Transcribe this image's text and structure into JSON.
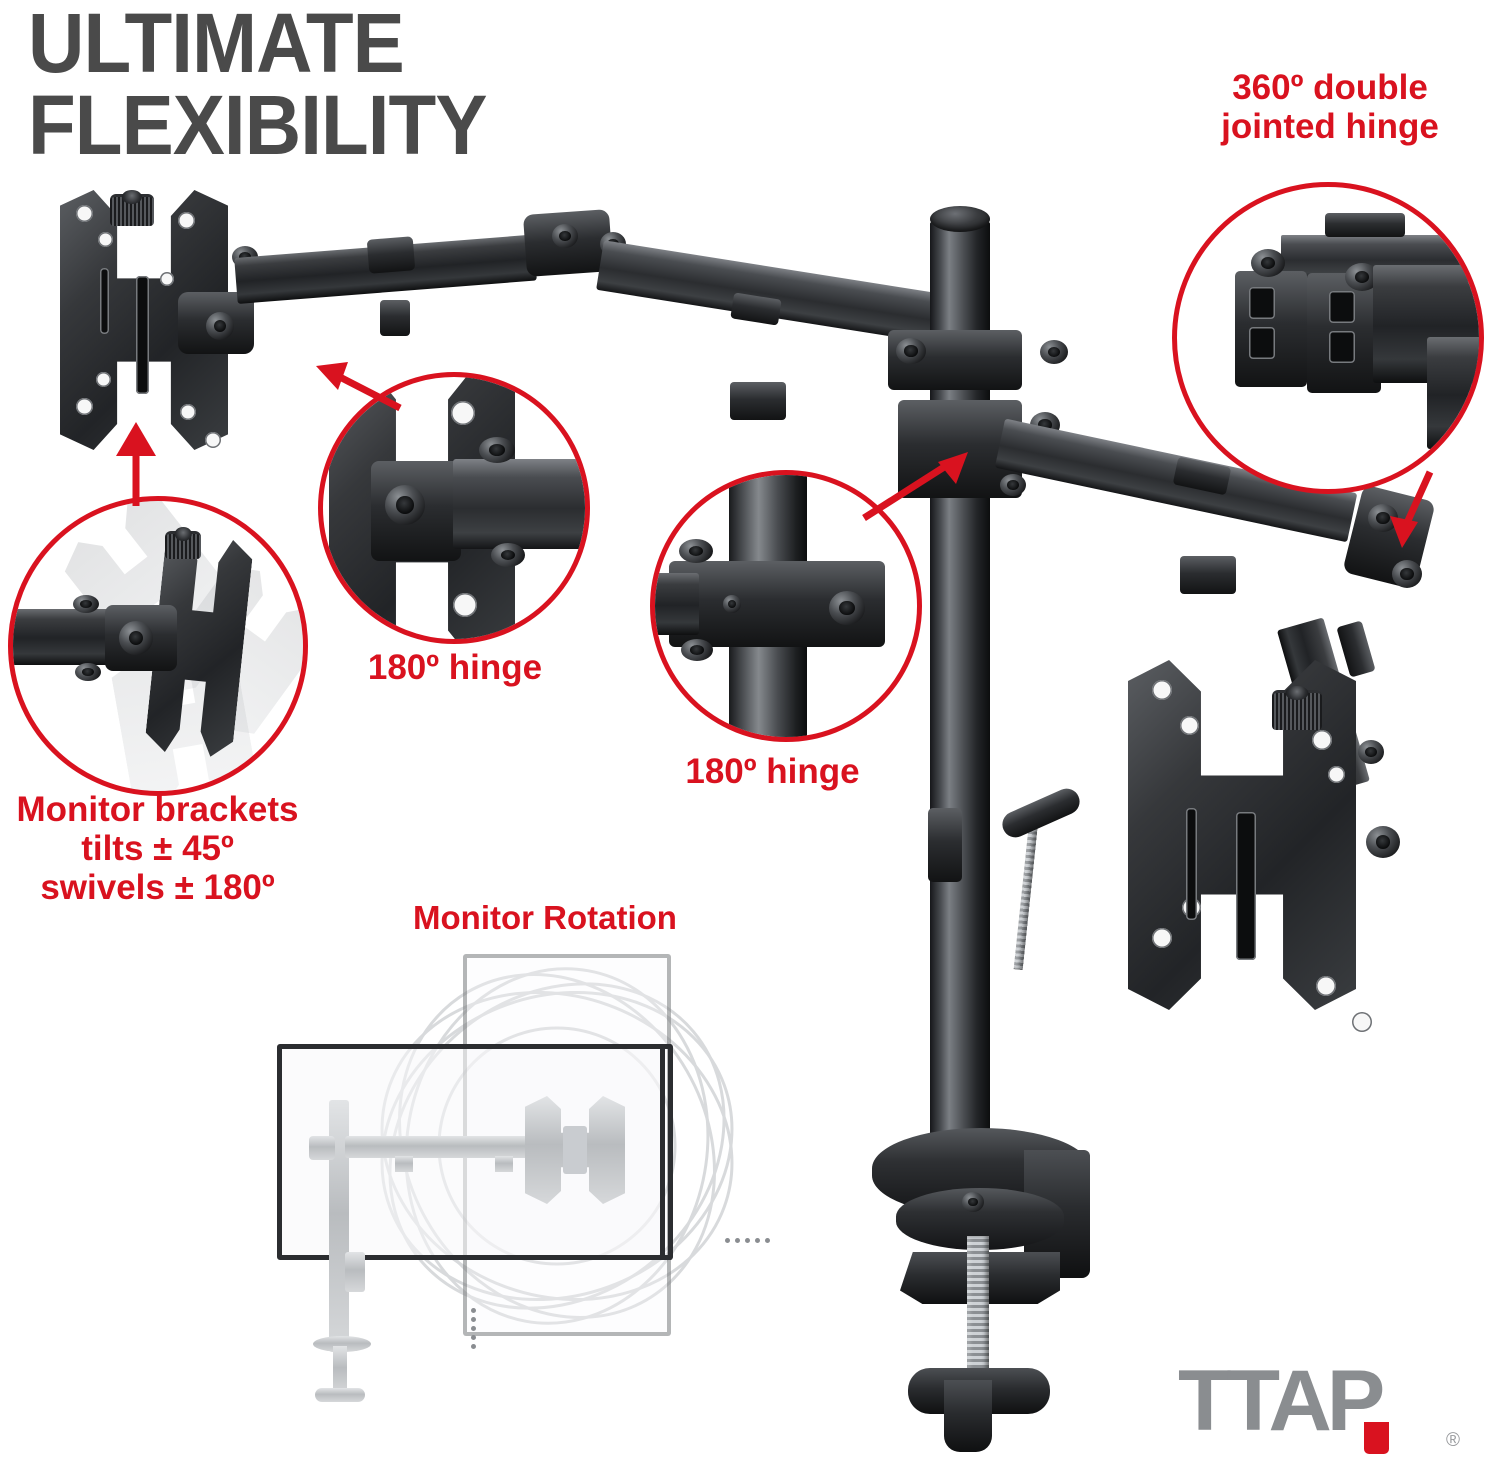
{
  "meta": {
    "headline": "ULTIMATE\nFLEXIBILITY",
    "headline_color": "#4a4a4a",
    "accent_color": "#d9121f",
    "background_color": "#ffffff"
  },
  "callouts": [
    {
      "id": "hinge360",
      "text": "360º double\njointed hinge",
      "color": "#d9121f"
    },
    {
      "id": "hinge-a",
      "text": "180º hinge",
      "color": "#d9121f"
    },
    {
      "id": "hinge-b",
      "text": "180º hinge",
      "color": "#d9121f"
    },
    {
      "id": "brackets",
      "text": "Monitor brackets\ntilts ± 45º\nswivels ± 180º",
      "color": "#d9121f"
    },
    {
      "id": "rotation",
      "text": "Monitor Rotation",
      "color": "#d9121f"
    }
  ],
  "insets": [
    {
      "id": "bracket-tilt",
      "caption": "Monitor brackets\ntilts ± 45º\nswivels ± 180º",
      "arrow": "up-right"
    },
    {
      "id": "hinge-elbow",
      "caption": "180º hinge",
      "arrow": "up-left"
    },
    {
      "id": "hinge-pole",
      "caption": "180º hinge",
      "arrow": "up-right"
    },
    {
      "id": "double-jointed",
      "caption": "360º double\njointed hinge",
      "arrow": "down"
    }
  ],
  "product": {
    "name": "dual monitor desk mount",
    "parts": [
      "vesa-bracket-left",
      "vesa-bracket-right",
      "articulating-arm-left",
      "articulating-arm-right",
      "center-pole",
      "pole-cap",
      "desk-clamp",
      "clamp-knob",
      "height-adjust-lever"
    ]
  },
  "rotation_diagram": {
    "label": "Monitor Rotation",
    "orientations": [
      "landscape",
      "portrait"
    ],
    "shows": "monitor rotating 90 degrees on the VESA plate"
  },
  "logo": {
    "wordmark": "TTAP",
    "registered": "®",
    "wordmark_color": "#8a8d90",
    "mark_color": "#d9121f"
  }
}
